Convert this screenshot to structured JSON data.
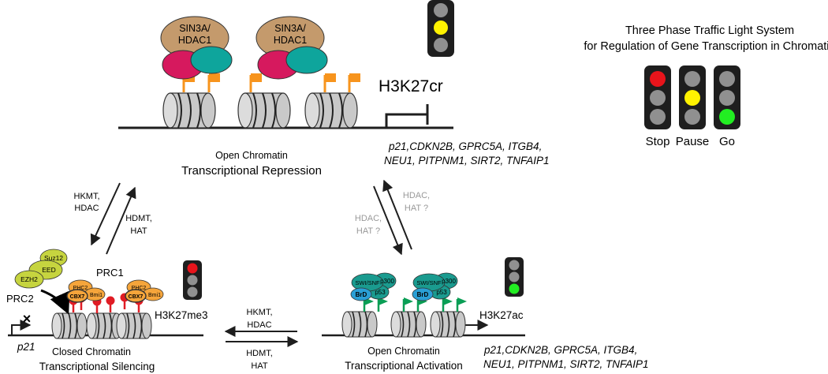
{
  "title": {
    "line1": "Three Phase Traffic Light System",
    "line2": "for Regulation of Gene Transcription in Chromatin"
  },
  "legend": {
    "stop": "Stop",
    "pause": "Pause",
    "go": "Go"
  },
  "colors": {
    "red": "#e8141b",
    "yellow": "#fff200",
    "green": "#22ee22",
    "light_off": "#909090",
    "light_body": "#1e1e1e",
    "nucleosome": "#c9c9c9",
    "sin3a": "#c49a6c",
    "hdac_magenta": "#d6195e",
    "hdac_teal": "#0ea59c",
    "flag_orange": "#f7941d",
    "flag_green": "#0a9e55",
    "prc2": "#c6d43f",
    "prc1": "#f5a53b",
    "pin_red": "#e01c24",
    "swisnf": "#1a9b8f",
    "brd": "#2a9fd6"
  },
  "top": {
    "complex_top": "SIN3A/",
    "complex_bottom": "HDAC1",
    "mark": "H3K27cr",
    "state_small": "Open Chromatin",
    "state_large": "Transcriptional Repression",
    "genes_line1": "p21,CDKN2B, GPRC5A, ITGB4,",
    "genes_line2": "NEU1, PITPNM1, SIRT2, TNFAIP1"
  },
  "left": {
    "mark": "H3K27me3",
    "gene": "p21",
    "prc1": "PRC1",
    "prc2": "PRC2",
    "suz12": "Suz12",
    "eed": "EED",
    "ezh2": "EZH2",
    "phc2": "PHC2",
    "cbx7": "CBX7",
    "bmi1": "Bmi1",
    "state_small": "Closed Chromatin",
    "state_large": "Transcriptional Silencing"
  },
  "right": {
    "mark": "H3K27ac",
    "swisnf": "SWI/SNF",
    "p300": "p300",
    "p53": "p53",
    "brd": "BrD",
    "state_small": "Open Chromatin",
    "state_large": "Transcriptional Activation",
    "genes_line1": "p21,CDKN2B, GPRC5A, ITGB4,",
    "genes_line2": "NEU1, PITPNM1, SIRT2, TNFAIP1"
  },
  "arrows": {
    "top_left_down_1": "HKMT,",
    "top_left_down_2": "HDAC",
    "top_left_up_1": "HDMT,",
    "top_left_up_2": "HAT",
    "top_right_up_1": "HDAC,",
    "top_right_up_2": "HAT ?",
    "top_right_down_1": "HDAC,",
    "top_right_down_2": "HAT ?",
    "bottom_left_1": "HKMT,",
    "bottom_left_2": "HDAC",
    "bottom_right_1": "HDMT,",
    "bottom_right_2": "HAT"
  }
}
